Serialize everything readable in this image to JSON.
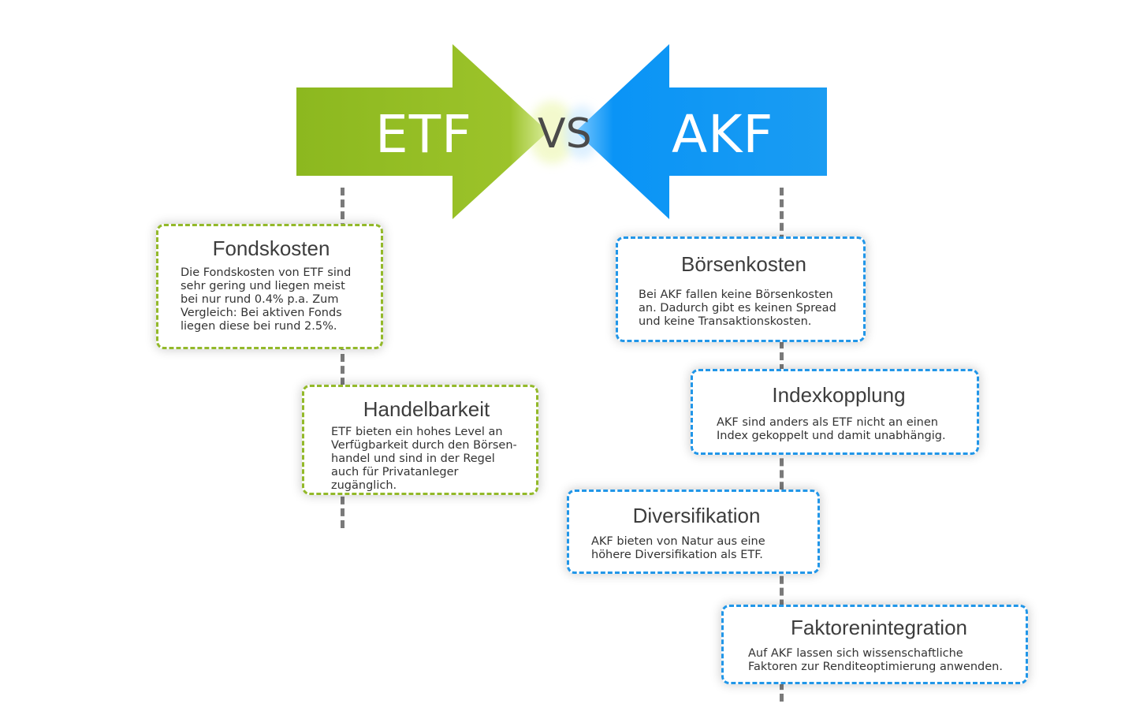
{
  "colors": {
    "etf_green": "#93b92a",
    "akf_blue": "#0b97f5",
    "timeline_gray": "#7a7a7a"
  },
  "header": {
    "etf_label": "ETF",
    "vs_label": "VS",
    "akf_label": "AKF"
  },
  "etf_cards": [
    {
      "title": "Fondskosten",
      "text": "Die Fondskosten von ETF sind sehr gering und liegen meist bei nur rund 0.4% p.a. Zum Vergleich: Bei aktiven Fonds liegen diese bei rund 2.5%."
    },
    {
      "title": "Handelbarkeit",
      "text": "ETF bieten ein hohes Level an Verfügbarkeit durch den Börsen-handel und sind in der Regel auch für Privatanleger zugänglich."
    }
  ],
  "akf_cards": [
    {
      "title": "Börsenkosten",
      "text": "Bei AKF fallen keine Börsenkosten an. Dadurch gibt es keinen Spread und keine Transaktionskosten."
    },
    {
      "title": "Indexkopplung",
      "text": "AKF sind anders als ETF nicht an einen Index gekoppelt und damit unabhängig."
    },
    {
      "title": "Diversifikation",
      "text": "AKF bieten von Natur aus eine höhere Diversifikation als ETF."
    },
    {
      "title": "Faktorenintegration",
      "text": "Auf AKF lassen sich wissenschaftliche Faktoren zur Renditeoptimierung anwenden."
    }
  ]
}
